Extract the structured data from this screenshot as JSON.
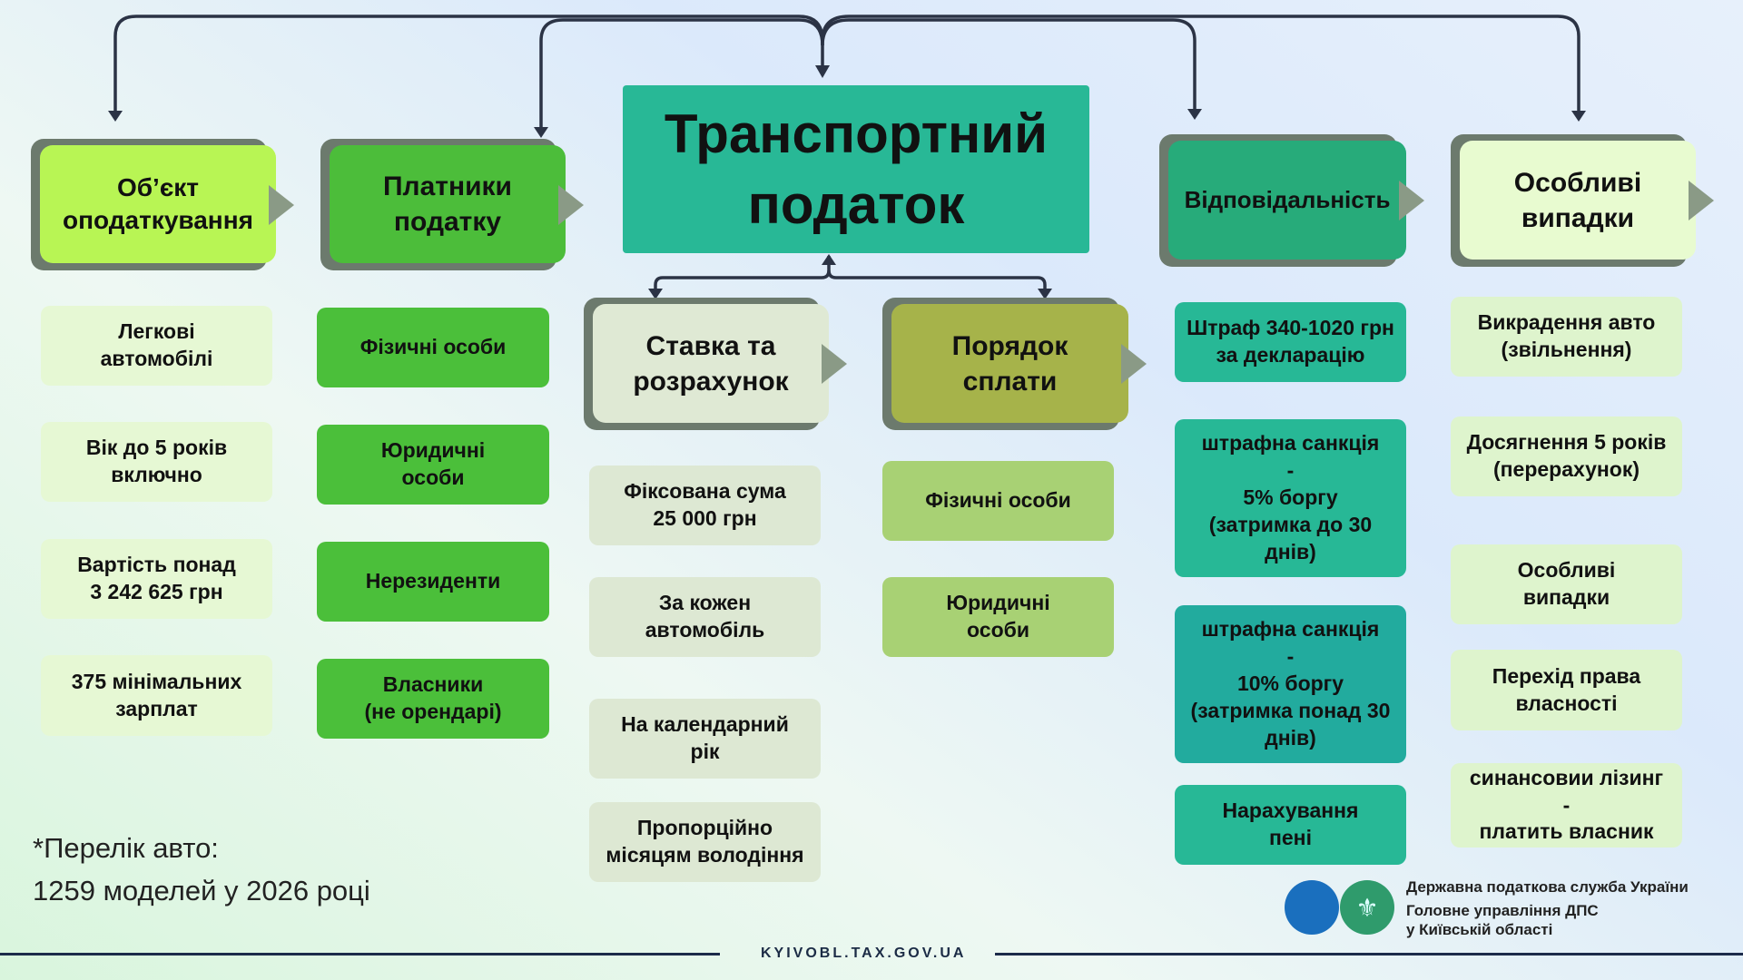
{
  "title": "Транспортний\nподаток",
  "headers": [
    {
      "label": "Об’єкт\nоподаткування"
    },
    {
      "label": "Платники\nподатку"
    },
    {
      "label": "Ставка та\nрозрахунок"
    },
    {
      "label": "Порядок\nсплати"
    },
    {
      "label": "Відповідальність"
    },
    {
      "label": "Особливі\nвипадки"
    }
  ],
  "columns": [
    {
      "items": [
        "Легкові\nавтомобілі",
        "Вік до 5 років\nвключно",
        "Вартість понад\n3 242 625 грн",
        "375 мінімальних\nзарплат"
      ]
    },
    {
      "items": [
        "Фізичні особи",
        "Юридичні\nособи",
        "Нерезиденти",
        "Власники\n(не орендарі)"
      ]
    },
    {
      "items": [
        "Фіксована сума\n25 000 грн",
        "За кожен\nавтомобіль",
        "На календарний\nрік",
        "Пропорційно\nмісяцям володіння"
      ]
    },
    {
      "items": [
        "Фізичні особи",
        "Юридичні\nособи"
      ]
    },
    {
      "items": [
        "Штраф 340-1020 грн\nза декларацію",
        "штрафна санкція\n-\n5% боргу\n(затримка до 30\nднів)",
        "штрафна санкція\n-\n10% боргу\n(затримка понад 30\nднів)",
        "Нарахування\nпені"
      ]
    },
    {
      "items": [
        "Викрадення авто\n(звільнення)",
        "Досягнення 5 років\n(перерахунок)",
        "Особливі\nвипадки",
        "Перехід права\nвласності",
        "синансовии лізинг\n-\nплатить власник"
      ]
    }
  ],
  "footnote": "*Перелік авто:\n  1259 моделей у 2026 році",
  "footer": {
    "url": "KYIVOBL.TAX.GOV.UA",
    "org_line1": "Державна податкова служба України",
    "org_line2": "Головне управління ДПС\nу Київській області"
  },
  "colors": {
    "title": "#28b896"
  }
}
